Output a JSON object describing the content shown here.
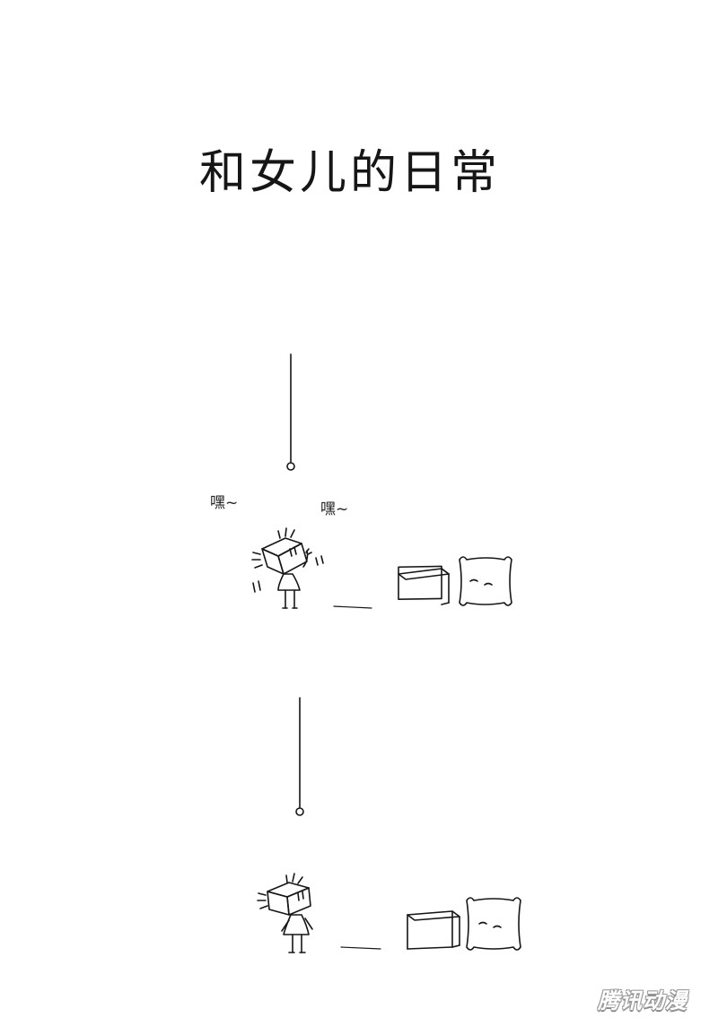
{
  "title": "和女儿的日常",
  "panels": [
    {
      "sound_effects": [
        "嘿~",
        "嘿~"
      ]
    },
    {
      "sound_effects": []
    }
  ],
  "watermark": "腾讯动漫",
  "colors": {
    "background": "#ffffff",
    "ink": "#161616",
    "watermark_outline": "#9a9a9a"
  }
}
